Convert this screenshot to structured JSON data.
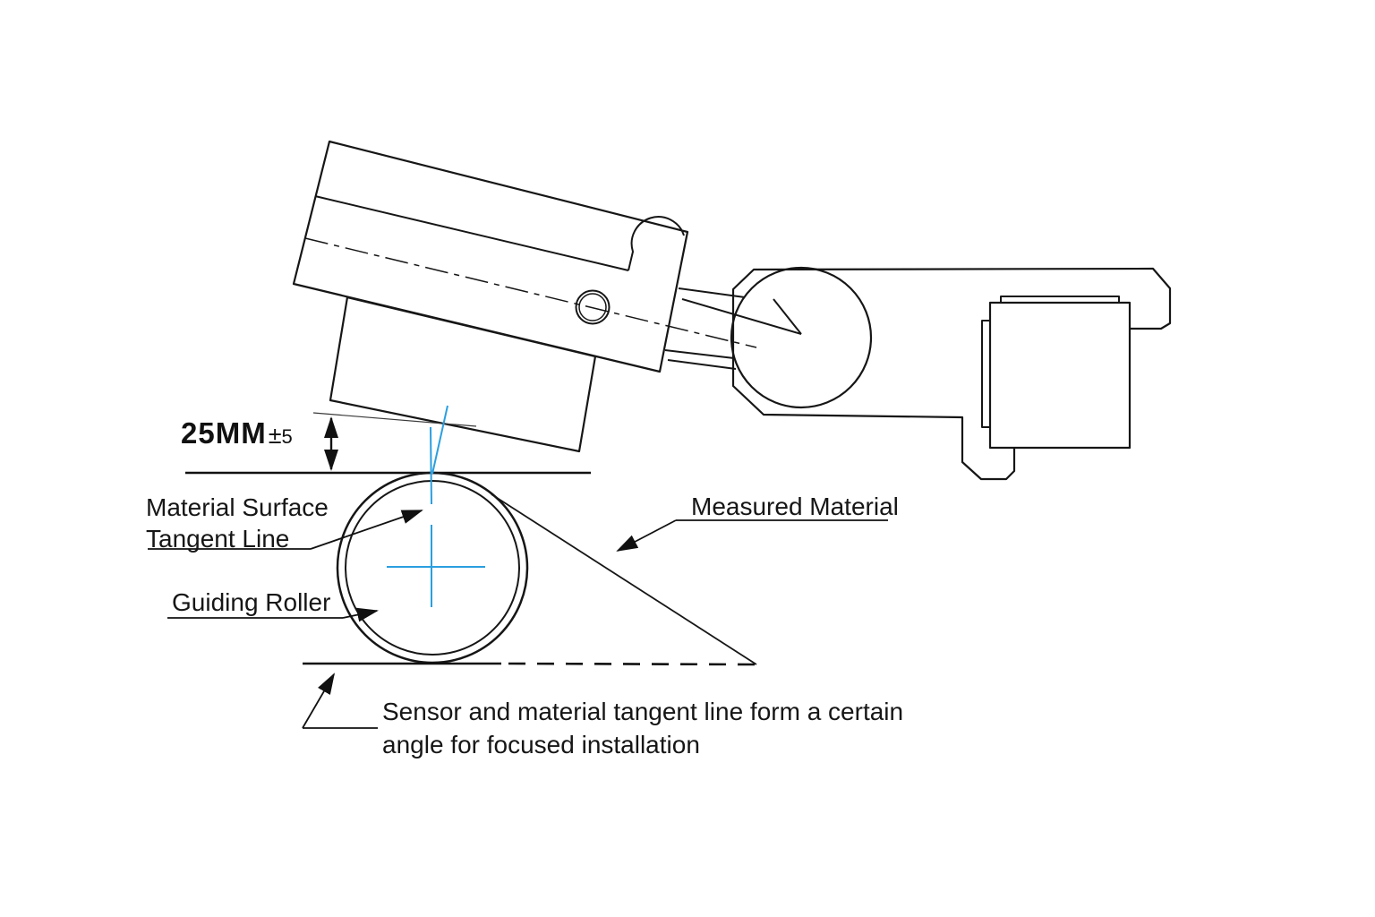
{
  "labels": {
    "dimension": {
      "value": "25MM",
      "pm": "±",
      "tolerance": "5"
    },
    "material_surface_tangent_line": {
      "line1": "Material Surface",
      "line2": "Tangent Line"
    },
    "guiding_roller": "Guiding Roller",
    "measured_material": "Measured Material",
    "installation_note": {
      "line1": "Sensor and material tangent line form a certain",
      "line2": "angle for focused installation"
    }
  },
  "colors": {
    "outline": "#161616",
    "laser_blue": "#2b9fe0",
    "background": "#ffffff"
  }
}
